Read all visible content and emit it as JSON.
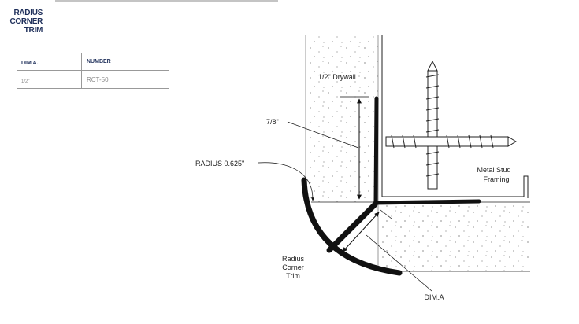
{
  "title": [
    "RADIUS",
    "CORNER",
    "TRIM"
  ],
  "table": {
    "headers": [
      "DIM A.",
      "NUMBER"
    ],
    "rows": [
      [
        "1/2\"",
        "RCT-50"
      ]
    ]
  },
  "diagram": {
    "drywall_label": "1/2\" Drywall",
    "depth_label": "7/8\"",
    "radius_label": "RADIUS 0.625\"",
    "stud_label": [
      "Metal Stud",
      "Framing"
    ],
    "trim_label": [
      "Radius",
      "Corner",
      "Trim"
    ],
    "dim_label": "DIM.A"
  }
}
